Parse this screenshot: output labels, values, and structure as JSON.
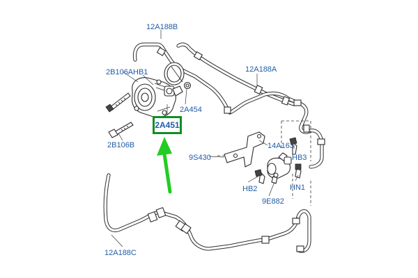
{
  "labels": {
    "p12A188B": "12A188B",
    "p12A188A": "12A188A",
    "p2B106A": "2B106A",
    "pHB1": "HB1",
    "p2A454": "2A454",
    "p2A451": "2A451",
    "p2B106B": "2B106B",
    "p14A163": "14A163",
    "p9S430": "9S430",
    "pHB3": "HB3",
    "pHB2": "HB2",
    "pHN1": "HN1",
    "p9E882": "9E882",
    "p12A188C": "12A188C"
  },
  "colors": {
    "label_text": "#1f5da8",
    "highlight_box": "#0e8f24",
    "arrow": "#22cc22",
    "line_art": "#2e2e2e"
  }
}
